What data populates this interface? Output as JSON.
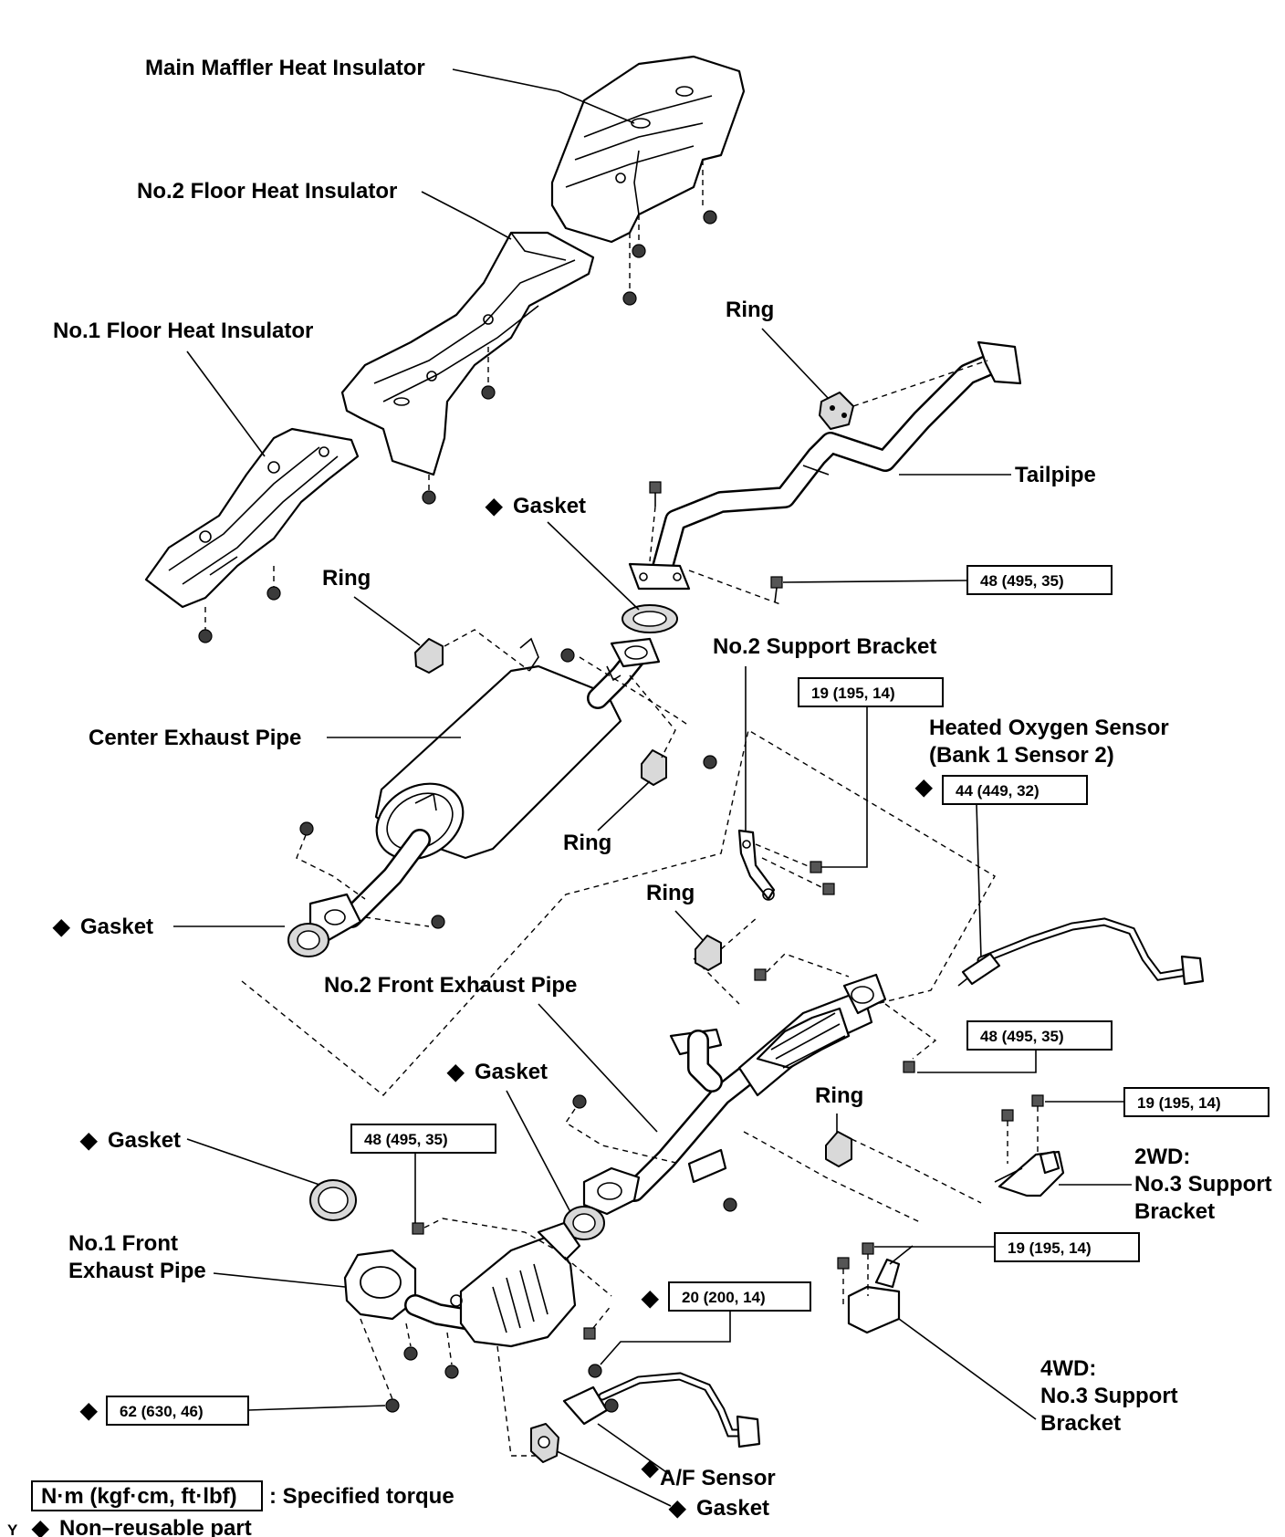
{
  "labels": {
    "main_muffler_heat_insulator": "Main Maffler Heat Insulator",
    "no2_floor_heat_insulator": "No.2 Floor Heat Insulator",
    "no1_floor_heat_insulator": "No.1 Floor Heat Insulator",
    "ring_top": "Ring",
    "tailpipe": "Tailpipe",
    "gasket_tail": "Gasket",
    "ring_center_left": "Ring",
    "no2_support_bracket": "No.2 Support Bracket",
    "center_exhaust_pipe": "Center Exhaust Pipe",
    "heated_oxygen_sensor_line1": "Heated Oxygen Sensor",
    "heated_oxygen_sensor_line2": "(Bank 1 Sensor 2)",
    "ring_center_right": "Ring",
    "ring_mid": "Ring",
    "gasket_left": "Gasket",
    "no2_front_exhaust_pipe": "No.2 Front Exhaust Pipe",
    "gasket_mid": "Gasket",
    "ring_lower": "Ring",
    "gasket_lower_left": "Gasket",
    "wd2_line1": "2WD:",
    "wd2_line2": "No.3 Support",
    "wd2_line3": "Bracket",
    "no1_front_line1": "No.1 Front",
    "no1_front_line2": "Exhaust Pipe",
    "wd4_line1": "4WD:",
    "wd4_line2": "No.3 Support",
    "wd4_line3": "Bracket",
    "af_sensor": "A/F Sensor",
    "gasket_bottom": "Gasket"
  },
  "torques": {
    "t_tail": "48 (495, 35)",
    "t_no2_bracket": "19 (195, 14)",
    "t_oxygen": "44 (449, 32)",
    "t_cat_right": "48 (495, 35)",
    "t_2wd": "19 (195, 14)",
    "t_front_bolt": "48 (495, 35)",
    "t_4wd": "19 (195, 14)",
    "t_af": "20 (200, 14)",
    "t_front_nut": "62 (630, 46)"
  },
  "legend": {
    "unit_box": "N·m (kgf·cm, ft·lbf)",
    "unit_text": ": Specified torque",
    "nonreusable": "Non–reusable part",
    "corner_letter": "Y"
  },
  "symbols": {
    "non_reusable_marker": "◆"
  }
}
